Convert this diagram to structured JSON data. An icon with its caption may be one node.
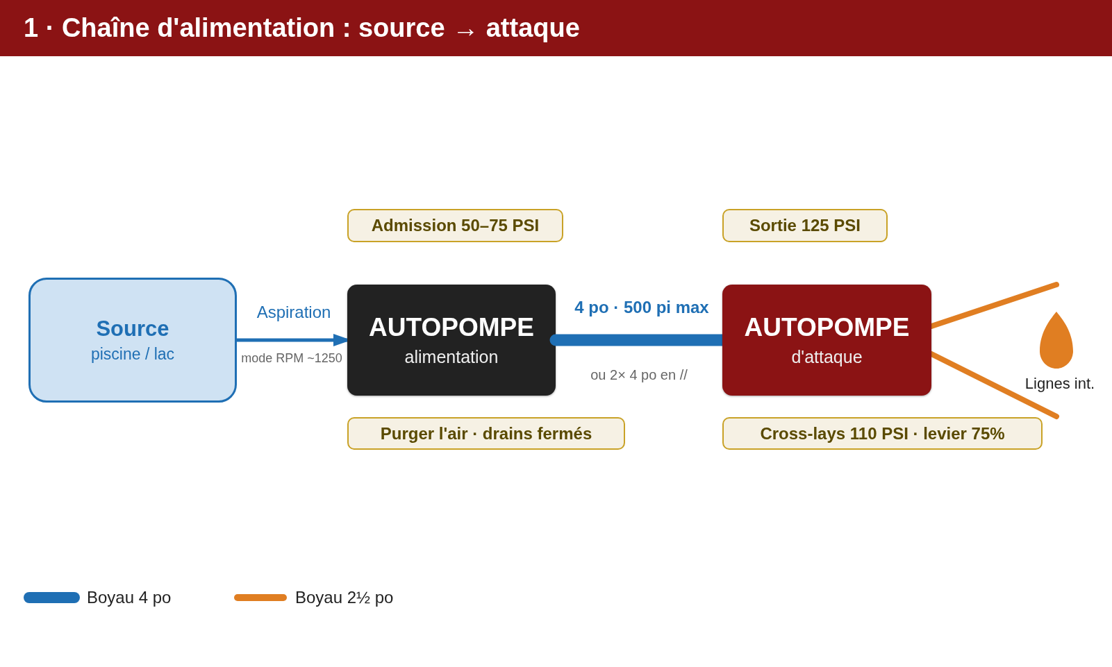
{
  "diagram": {
    "title": "1 · Chaîne d'alimentation : source → attaque",
    "nodes": [
      {
        "text": [
          "Source",
          "piscine / lac"
        ]
      },
      {
        "text": [
          "AUTOPOMPE",
          "alimentation"
        ]
      },
      {
        "text": [
          "AUTOPOMPE",
          "d'attaque"
        ]
      },
      {
        "text": [
          "Admission 50–75 PSI"
        ]
      },
      {
        "text": [
          "Sortie 125 PSI"
        ]
      },
      {
        "text": [
          "Purger l'air · drains fermés"
        ]
      },
      {
        "text": [
          "Cross-lays 110 PSI · levier 75%"
        ]
      }
    ],
    "edges": [
      {
        "from": 0,
        "to": 1,
        "arrow": "to",
        "label": "Aspiration",
        "color": "#1f6fb4"
      },
      {
        "from": 1,
        "to": 2,
        "arrow": "none",
        "label": "4 po · 500 pi max",
        "style": "thick",
        "color": "#1f6fb4"
      },
      {
        "from": 2,
        "to": null,
        "arrow": "none",
        "color": "#e07e22"
      },
      {
        "from": 2,
        "to": null,
        "arrow": "none",
        "color": "#e07e22"
      }
    ],
    "labels": [
      "mode RPM ~1250",
      "ou 2× 4 po en //",
      "Lignes int."
    ],
    "legend": [
      {
        "text": "Boyau 4 po",
        "color": "#1f6fb4"
      },
      {
        "text": "Boyau 2½ po",
        "color": "#e07e22"
      }
    ]
  }
}
